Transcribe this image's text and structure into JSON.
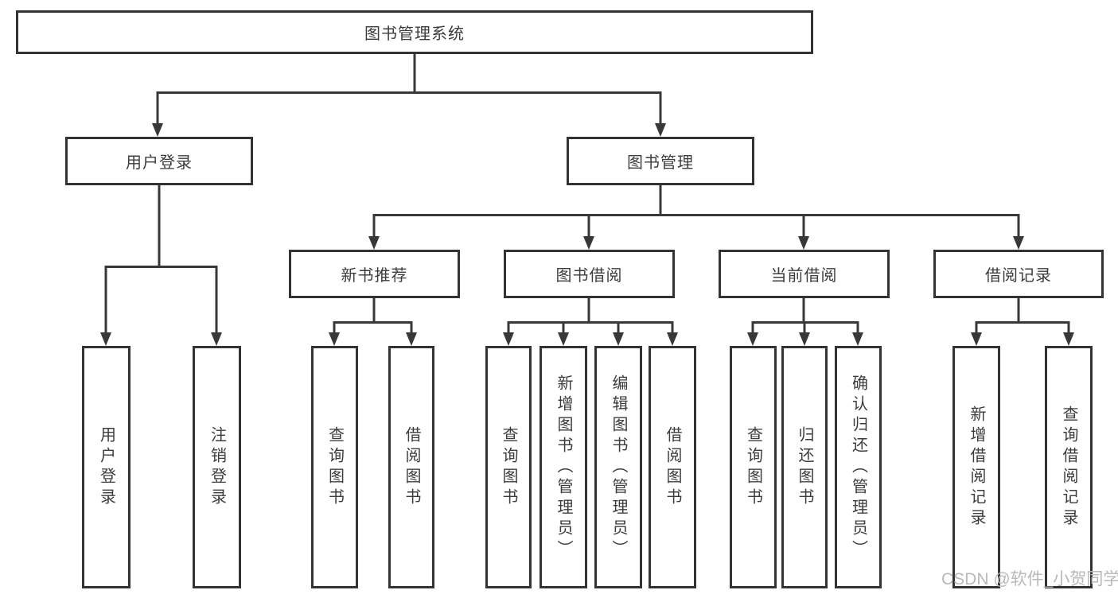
{
  "tree": {
    "root": {
      "label": "图书管理系统",
      "children": [
        {
          "label": "用户登录",
          "children": [
            {
              "label": "用户登录"
            },
            {
              "label": "注销登录"
            }
          ]
        },
        {
          "label": "图书管理",
          "children": [
            {
              "label": "新书推荐",
              "children": [
                {
                  "label": "查询图书"
                },
                {
                  "label": "借阅图书"
                }
              ]
            },
            {
              "label": "图书借阅",
              "children": [
                {
                  "label": "查询图书"
                },
                {
                  "label": "新增图书（管理员）"
                },
                {
                  "label": "编辑图书（管理员）"
                },
                {
                  "label": "借阅图书"
                }
              ]
            },
            {
              "label": "当前借阅",
              "children": [
                {
                  "label": "查询图书"
                },
                {
                  "label": "归还图书"
                },
                {
                  "label": "确认归还（管理员）"
                }
              ]
            },
            {
              "label": "借阅记录",
              "children": [
                {
                  "label": "新增借阅记录"
                },
                {
                  "label": "查询借阅记录"
                }
              ]
            }
          ]
        }
      ]
    }
  },
  "watermark": {
    "text": "CSDN @软件_小贺同学"
  },
  "colors": {
    "line_color": "#383838",
    "border_color": "#333333",
    "box_fill": "#ffffff",
    "text_color": "#3c3c3c",
    "watermark_color": "#b9b9b9",
    "bg_color": "#ffffff"
  }
}
